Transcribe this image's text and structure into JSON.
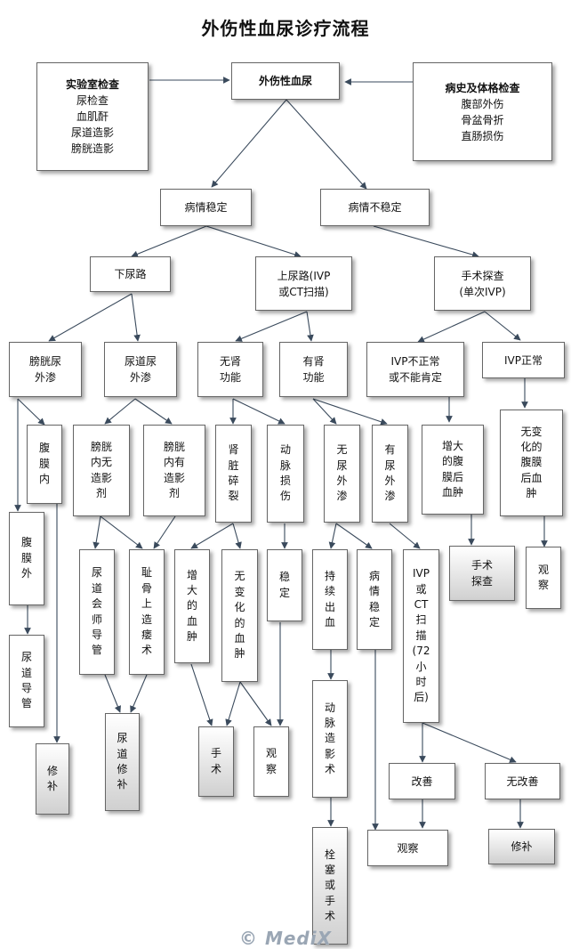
{
  "title": "外伤性血尿诊疗流程",
  "watermark": "© MediX",
  "nodes": {
    "main": "外伤性血尿",
    "lab_title": "实验室检查",
    "lab_items": [
      "尿检查",
      "血肌酐",
      "尿道造影",
      "膀胱造影"
    ],
    "history_title": "病史及体格检查",
    "history_items": [
      "腹部外伤",
      "骨盆骨折",
      "直肠损伤"
    ],
    "stable": "病情稳定",
    "unstable": "病情不稳定",
    "lower_tract": "下尿路",
    "upper_tract": "上尿路(IVP\n或CT扫描)",
    "surgery_explore": "手术探查\n(单次IVP)",
    "bladder_extrav": "膀胱尿\n外渗",
    "urethra_extrav": "尿道尿\n外渗",
    "no_kidney_func": "无肾\n功能",
    "has_kidney_func": "有肾\n功能",
    "ivp_abnormal": "IVP不正常\n或不能肯定",
    "ivp_normal": "IVP正常",
    "intraperitoneal": "腹\n膜\n内",
    "extraperitoneal": "腹\n膜\n外",
    "bladder_no_contrast": "膀胱\n内无\n造影\n剂",
    "bladder_has_contrast": "膀胱\n内有\n造影\n剂",
    "kidney_shatter": "肾\n脏\n碎\n裂",
    "artery_injury": "动\n脉\n损\n伤",
    "no_urine_extrav": "无\n尿\n外\n渗",
    "has_urine_extrav": "有\n尿\n外\n渗",
    "enlarged_retro_hematoma": "增大\n的腹\n膜后\n血肿",
    "unchanged_retro_hematoma": "无变\n化的\n腹膜\n后血\n肿",
    "urethral_catheter_ext": "尿\n道\n导\n管",
    "urethral_perineal_catheter": "尿\n道\n会\n师\n导\n管",
    "suprapubic_cystostomy": "耻\n骨\n上\n造\n瘘\n术",
    "enlarged_hematoma": "增\n大\n的\n血\n肿",
    "unchanged_hematoma": "无\n变\n化\n的\n血\n肿",
    "stable_small": "稳\n定",
    "continuous_bleeding": "持\n续\n出\n血",
    "condition_stable_v": "病\n情\n稳\n定",
    "ivp_ct_72h": "IVP\n或\nCT\n扫\n描\n(72\n小\n时\n后)",
    "surgery_explore_2": "手术\n探查",
    "observe_1": "观\n察",
    "repair_1": "修\n补",
    "urethra_repair": "尿\n道\n修\n补",
    "surgery_1": "手\n术",
    "observe_2": "观\n察",
    "angiography": "动\n脉\n造\n影\n术",
    "embolize_or_surgery": "栓\n塞\n或\n手\n术",
    "improved": "改善",
    "not_improved": "无改善",
    "observe_3": "观察",
    "repair_2": "修补"
  },
  "colors": {
    "line": "#3a4a5c",
    "border": "#666666",
    "gray_end": "#d0d0d0"
  }
}
